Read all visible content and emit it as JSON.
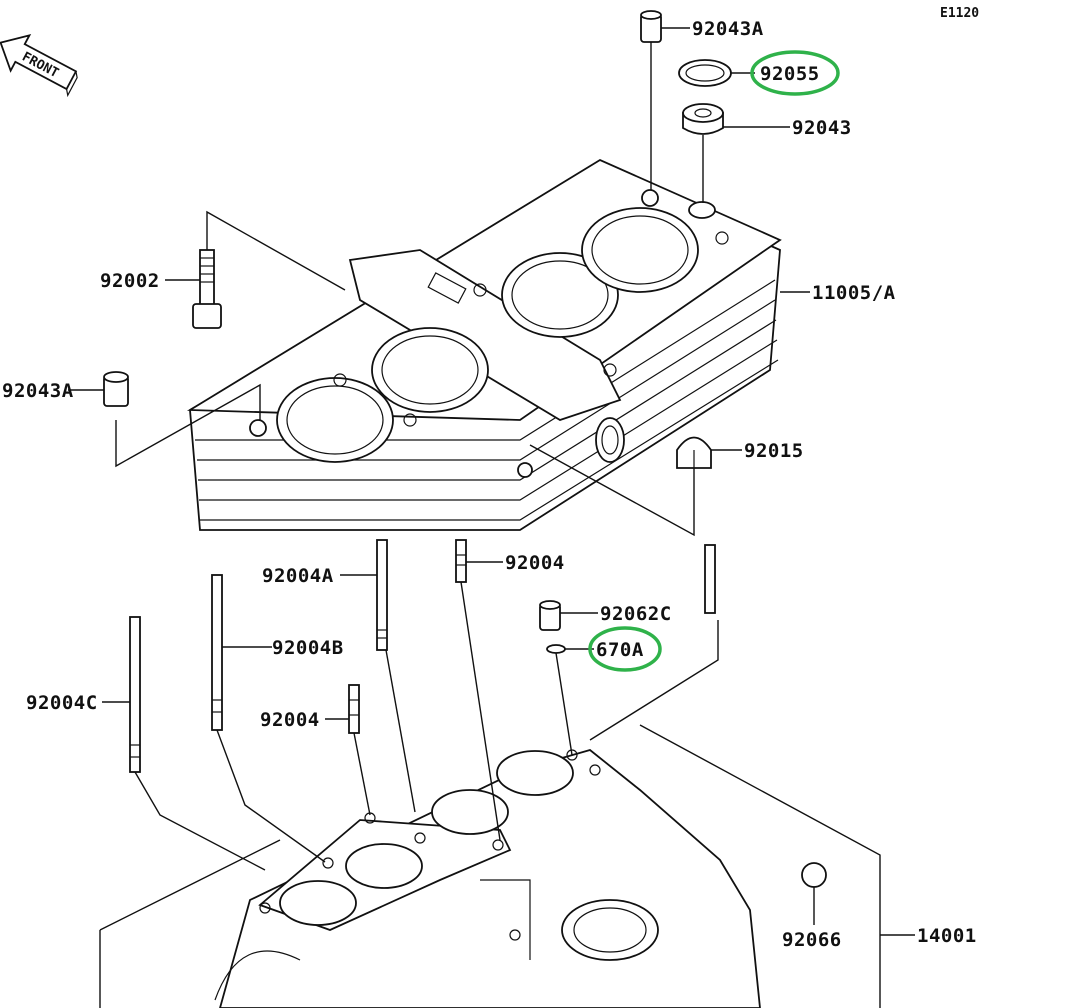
{
  "diagram_code": "E1120",
  "front_label": "FRONT",
  "highlight_color": "#2fb24a",
  "parts": [
    {
      "id": "92043A",
      "highlighted": false
    },
    {
      "id": "92055",
      "highlighted": true
    },
    {
      "id": "92043",
      "highlighted": false
    },
    {
      "id": "92002",
      "highlighted": false
    },
    {
      "id": "11005/A",
      "highlighted": false
    },
    {
      "id": "92043A",
      "highlighted": false
    },
    {
      "id": "92015",
      "highlighted": false
    },
    {
      "id": "92004A",
      "highlighted": false
    },
    {
      "id": "92004",
      "highlighted": false
    },
    {
      "id": "92062C",
      "highlighted": false
    },
    {
      "id": "670A",
      "highlighted": true
    },
    {
      "id": "92004B",
      "highlighted": false
    },
    {
      "id": "92004C",
      "highlighted": false
    },
    {
      "id": "92004",
      "highlighted": false
    },
    {
      "id": "92066",
      "highlighted": false
    },
    {
      "id": "14001",
      "highlighted": false
    }
  ]
}
